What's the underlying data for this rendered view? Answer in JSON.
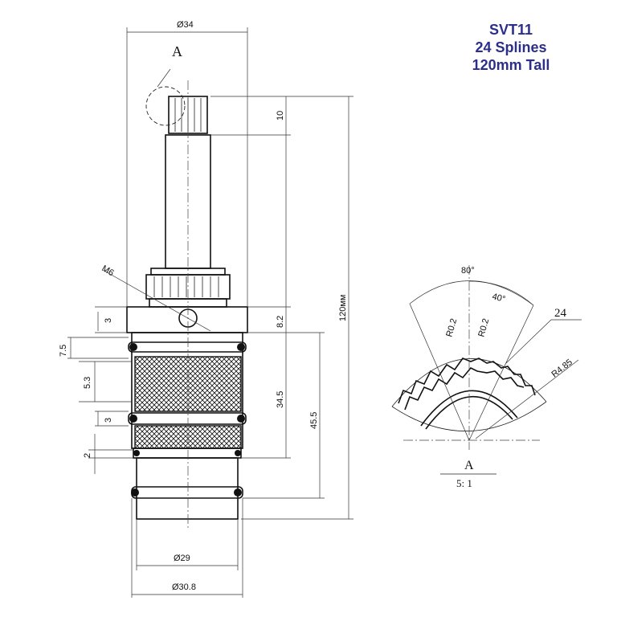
{
  "title": {
    "line1": "SVT11",
    "line2": "24 Splines",
    "line3": "120mm Tall",
    "color": "#2b2f8a"
  },
  "dimensions": {
    "top_width": "Ø34",
    "spline_height": "10",
    "thread": "M6",
    "d_8_2": "8.2",
    "d_34_5": "34.5",
    "d_45_5": "45.5",
    "total_height": "120мм",
    "d_3_top": "3",
    "d_7_5": "7.5",
    "d_5_3": "5.3",
    "d_3_mid": "3",
    "d_2": "2",
    "bottom_inner": "Ø29",
    "bottom_outer": "Ø30.8"
  },
  "detail": {
    "label": "A",
    "view_label": "A",
    "scale": "5: 1",
    "angle_total": "80°",
    "angle_half": "40°",
    "radius_left": "R0.2",
    "radius_right": "R0.2",
    "spline_count": "24",
    "outer_radius": "R4.85"
  }
}
